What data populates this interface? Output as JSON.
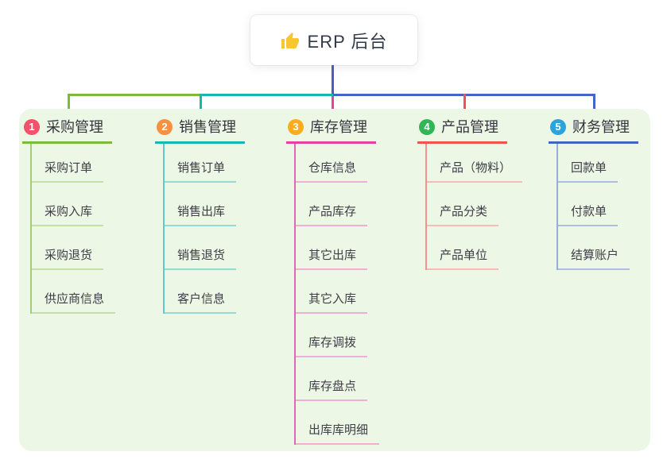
{
  "root": {
    "title": "ERP 后台",
    "icon": "thumbs-up",
    "line_color": "#4b5cc4"
  },
  "panel": {
    "background": "#ecf7e6"
  },
  "branches": [
    {
      "badge": "1",
      "title": "采购管理",
      "color": "#7cb93d",
      "rail_color": "#a2cf78",
      "line_color": "#c3e1a2",
      "badge_color": "#f4526b",
      "items": [
        "采购订单",
        "采购入库",
        "采购退货",
        "供应商信息"
      ]
    },
    {
      "badge": "2",
      "title": "销售管理",
      "color": "#14b8ae",
      "rail_color": "#5fccc3",
      "line_color": "#93dbd4",
      "badge_color": "#f7903f",
      "items": [
        "销售订单",
        "销售出库",
        "销售退货",
        "客户信息"
      ]
    },
    {
      "badge": "3",
      "title": "库存管理",
      "color": "#e2439e",
      "rail_color": "#dd6bb1",
      "line_color": "#f0aed6",
      "badge_color": "#fbad1d",
      "items": [
        "仓库信息",
        "产品库存",
        "其它出库",
        "其它入库",
        "库存调拨",
        "库存盘点",
        "出库库明细"
      ]
    },
    {
      "badge": "4",
      "title": "产品管理",
      "color": "#f4504e",
      "rail_color": "#f4908d",
      "line_color": "#f8bcb8",
      "badge_color": "#33b457",
      "items": [
        "产品（物料）",
        "产品分类",
        "产品单位"
      ]
    },
    {
      "badge": "5",
      "title": "财务管理",
      "color": "#4363c7",
      "rail_color": "#98abdc",
      "line_color": "#adbde4",
      "badge_color": "#2ba3dc",
      "items": [
        "回款单",
        "付款单",
        "结算账户"
      ]
    }
  ]
}
